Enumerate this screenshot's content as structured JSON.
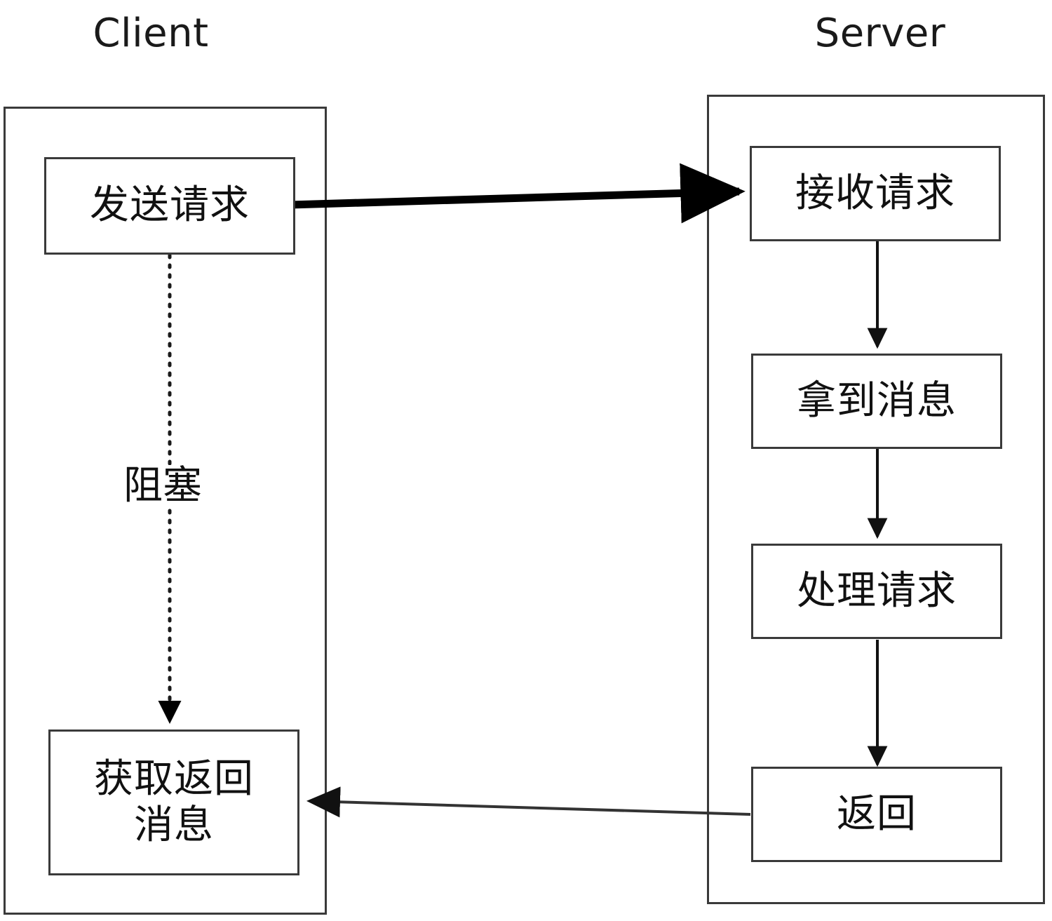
{
  "diagram": {
    "type": "sequence-flowchart",
    "background": "#ffffff",
    "stroke_color": "#3a3a3a",
    "text_color": "#111111"
  },
  "lanes": [
    {
      "id": "client",
      "title": "Client",
      "nodes": [
        {
          "id": "send-request",
          "label": "发送请求"
        },
        {
          "id": "get-return-message",
          "line1": "获取返回",
          "line2": "消息"
        }
      ],
      "edge_labels": [
        {
          "id": "blocking",
          "label": "阻塞"
        }
      ]
    },
    {
      "id": "server",
      "title": "Server",
      "nodes": [
        {
          "id": "receive-request",
          "label": "接收请求"
        },
        {
          "id": "fetch-message",
          "label": "拿到消息"
        },
        {
          "id": "process-request",
          "label": "处理请求"
        },
        {
          "id": "return",
          "label": "返回"
        }
      ],
      "edge_labels": []
    }
  ],
  "connectors": [
    {
      "id": "request-arrow",
      "from": "send-request",
      "to": "receive-request",
      "style": "thick-solid",
      "direction": "right"
    },
    {
      "id": "blocking-arrow",
      "from": "send-request",
      "to": "get-return-message",
      "style": "dotted",
      "direction": "down"
    },
    {
      "id": "receive-to-fetch",
      "from": "receive-request",
      "to": "fetch-message",
      "style": "solid",
      "direction": "down"
    },
    {
      "id": "fetch-to-process",
      "from": "fetch-message",
      "to": "process-request",
      "style": "solid",
      "direction": "down"
    },
    {
      "id": "process-to-return",
      "from": "process-request",
      "to": "return",
      "style": "solid",
      "direction": "down"
    },
    {
      "id": "response-arrow",
      "from": "return",
      "to": "get-return-message",
      "style": "thin-solid",
      "direction": "left"
    }
  ]
}
